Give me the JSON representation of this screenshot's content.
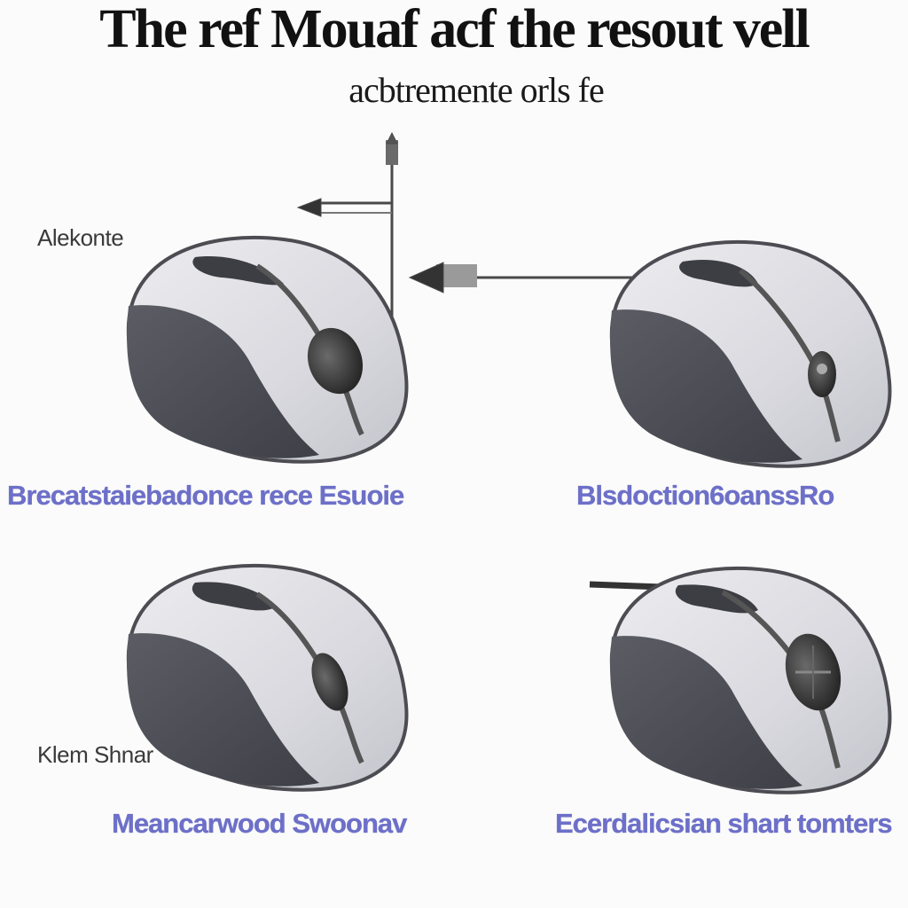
{
  "header": {
    "title": "The ref Mouaf acf the resout vell",
    "subtitle": "acbtremente orls fe"
  },
  "labels": {
    "top_left": "Alekonte",
    "bottom_left": "Klem Shnar"
  },
  "captions": {
    "top_left": "Brecatstaiebadonce rece Esuoie",
    "top_right": "Blsdoction6oanssRo",
    "bottom_left": "Meancarwood Swoonav",
    "bottom_right": "Ecerdalicsian shart tomters"
  },
  "colors": {
    "mouse_shell": "#dddde3",
    "mouse_side": "#4f5057",
    "caption": "#6d70c8",
    "arrow": "#555555"
  }
}
